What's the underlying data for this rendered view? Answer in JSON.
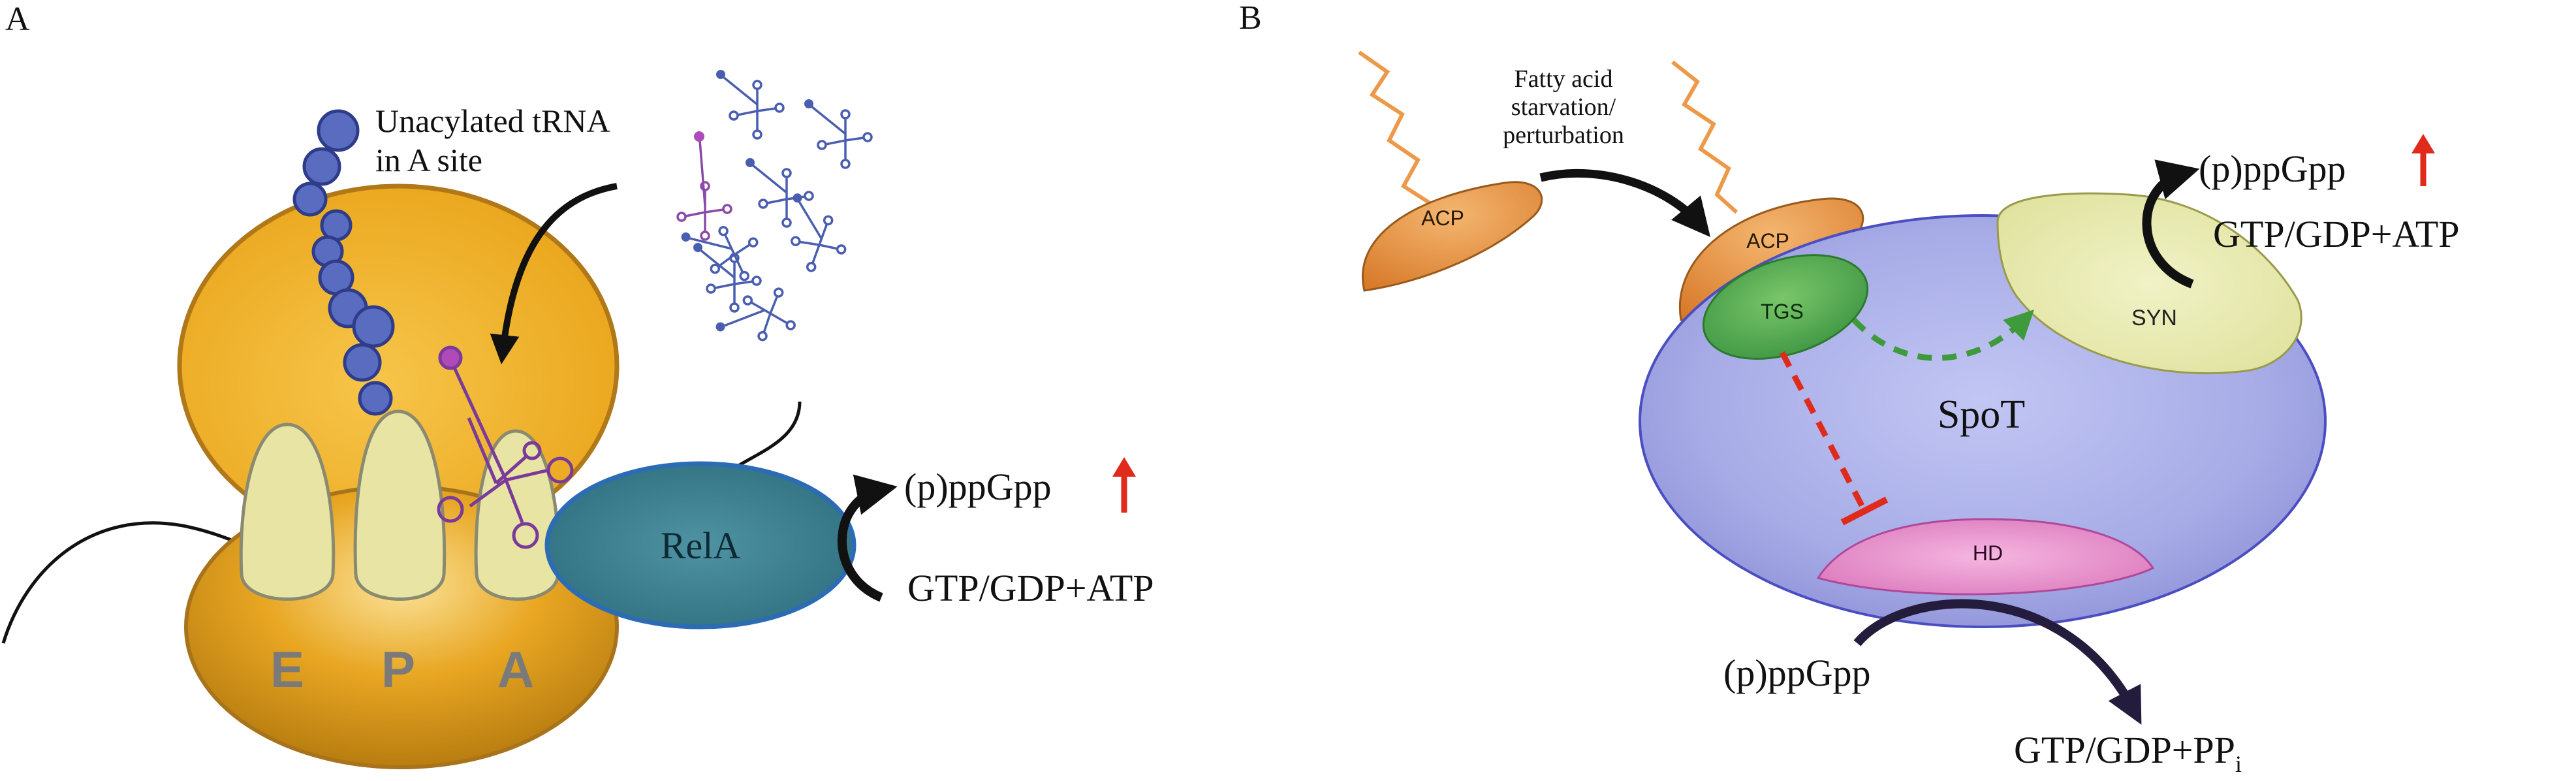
{
  "panel_a": {
    "label": "A",
    "trna_label_line1": "Unacylated tRNA",
    "trna_label_line2": "in A site",
    "site_e": "E",
    "site_p": "P",
    "site_a": "A",
    "rela_label": "RelA",
    "product": "(p)ppGpp",
    "substrate": "GTP/GDP+ATP"
  },
  "panel_b": {
    "label": "B",
    "acp_free": "ACP",
    "acp_bound": "ACP",
    "stress_line1": "Fatty acid",
    "stress_line2": "starvation/",
    "stress_line3": "perturbation",
    "tgs_label": "TGS",
    "syn_label": "SYN",
    "hd_label": "HD",
    "spot_label": "SpoT",
    "syn_product": "(p)ppGpp",
    "syn_substrate": "GTP/GDP+ATP",
    "hd_substrate": "(p)ppGpp",
    "hd_product_main": "GTP/GDP+PP",
    "hd_product_sub": "i"
  },
  "colors": {
    "ribosome_large": "#f3b128",
    "ribosome_small": "#e0a21f",
    "rela": "#3f7f90",
    "spot": "#a9aeea",
    "tgs": "#4ea84a",
    "syn": "#e8eab0",
    "hd": "#e690c8",
    "acp": "#ec9a4a",
    "up_arrow": "#e02a1c",
    "trna_blue": "#4a5eb0",
    "trna_purple": "#8a4aa8"
  }
}
